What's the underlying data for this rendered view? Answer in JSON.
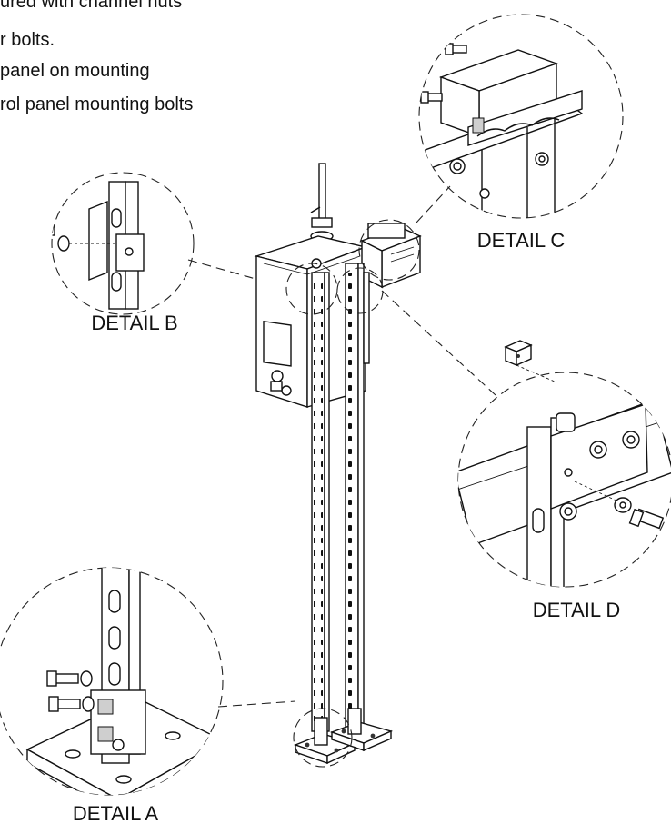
{
  "instructions": [
    "ured with channel nuts",
    "r bolts.",
    "panel on mounting",
    "rol panel mounting bolts"
  ],
  "details": {
    "a": "DETAIL A",
    "b": "DETAIL B",
    "c": "DETAIL C",
    "d": "DETAIL D"
  }
}
